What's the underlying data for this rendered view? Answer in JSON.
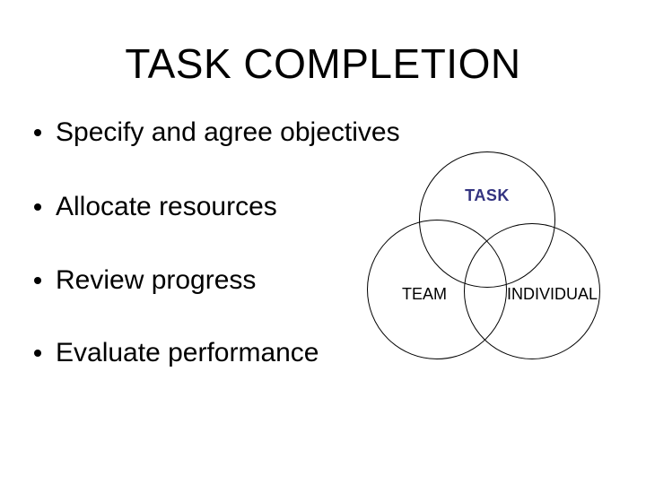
{
  "slide": {
    "title": "TASK COMPLETION",
    "bullet_char": "•",
    "bullets": [
      "Specify and agree objectives",
      "Allocate resources",
      "Review progress",
      "Evaluate performance"
    ],
    "venn": {
      "task_label": "TASK",
      "team_label": "TEAM",
      "individual_label": "INDIVIDUAL"
    },
    "colors": {
      "background": "#ffffff",
      "text": "#000000",
      "task_label": "#333380",
      "circle_outline": "#000000"
    }
  }
}
